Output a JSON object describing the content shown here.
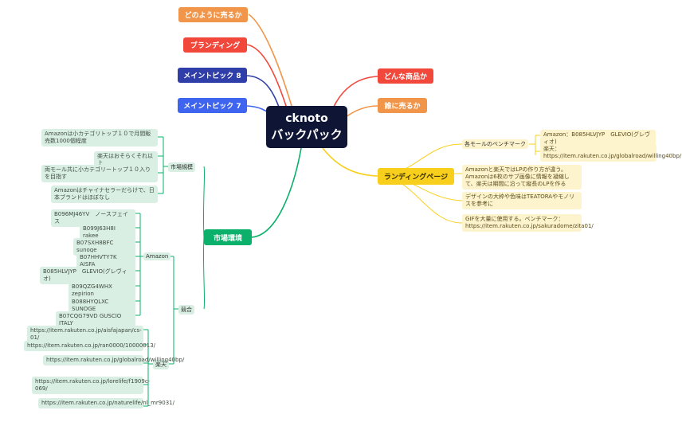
{
  "root": {
    "line1": "cknoto",
    "line2": "バックパック"
  },
  "topics": {
    "how_to_sell": "どのように売るか",
    "branding": "ブランディング",
    "main_topic_8": "メイントピック 8",
    "main_topic_7": "メイントピック 7",
    "what_product": "どんな商品か",
    "who_to_sell": "誰に売るか",
    "landing_page": "ランディングページ",
    "market": "市場環境"
  },
  "market": {
    "scale": {
      "label": "市場規模",
      "items": [
        "Amazonは小カテゴリトップ１０で月間販売数1000個程度",
        "楽天はおそらくそれ以上",
        "両モール共に小カテゴリートップ１０入りを目指す",
        "Amazonはチャイナセラーだらけで、日本ブランドはほぼなし"
      ]
    },
    "competition": {
      "label": "競合",
      "amazon": {
        "label": "Amazon",
        "items": [
          "B096MJ46YV　ノースフェイス",
          "B099J63H8I　rakee",
          "B07SXH8BFC sunoge",
          "B07HHVTY7K AISFA",
          "B085HLVJYP　GLEVIO(グレヴィオ)",
          "B09QZG4WHX zepirion",
          "B088HYQLXC SUNOGE",
          "B07CQG79VD GUSCIO ITALY"
        ]
      },
      "rakuten": {
        "label": "楽天",
        "items": [
          "https://item.rakuten.co.jp/aisfajapan/cs-01/",
          "https://item.rakuten.co.jp/ran0000/10000013/",
          "https://item.rakuten.co.jp/globalroad/willing40bp/",
          "https://item.rakuten.co.jp/lorelife/f1909c-069/",
          "https://item.rakuten.co.jp/naturelife/nl_mr9031/"
        ]
      }
    }
  },
  "landing": {
    "benchmark_label": "各モールのベンチマーク",
    "benchmark_items": [
      "Amazon：B085HLVJYP　GLEVIO(グレヴィオ)",
      "楽天：https://item.rakuten.co.jp/globalroad/willing40bp/"
    ],
    "notes": [
      "Amazonと楽天ではLPの作り方が違う。Amazonは6枚のサブ画像に情報を凝縮して、楽天は期間に沿って縦長のLPを作る",
      "デザインの大枠や色味はTEATORAやモノリスを参考に",
      "GIFを大量に使用する。ベンチマーク：https://item.rakuten.co.jp/sakuradome/zita01/"
    ]
  },
  "colors": {
    "root_bg": "#0f1535",
    "orange": "#f0954a",
    "red": "#f2473b",
    "navy": "#2f3ea8",
    "blue": "#3f64f0",
    "yellow": "#f7cf1c",
    "green": "#0bb06a",
    "sub_green": "#d9efe3",
    "sub_yellow": "#fdf3cc"
  }
}
